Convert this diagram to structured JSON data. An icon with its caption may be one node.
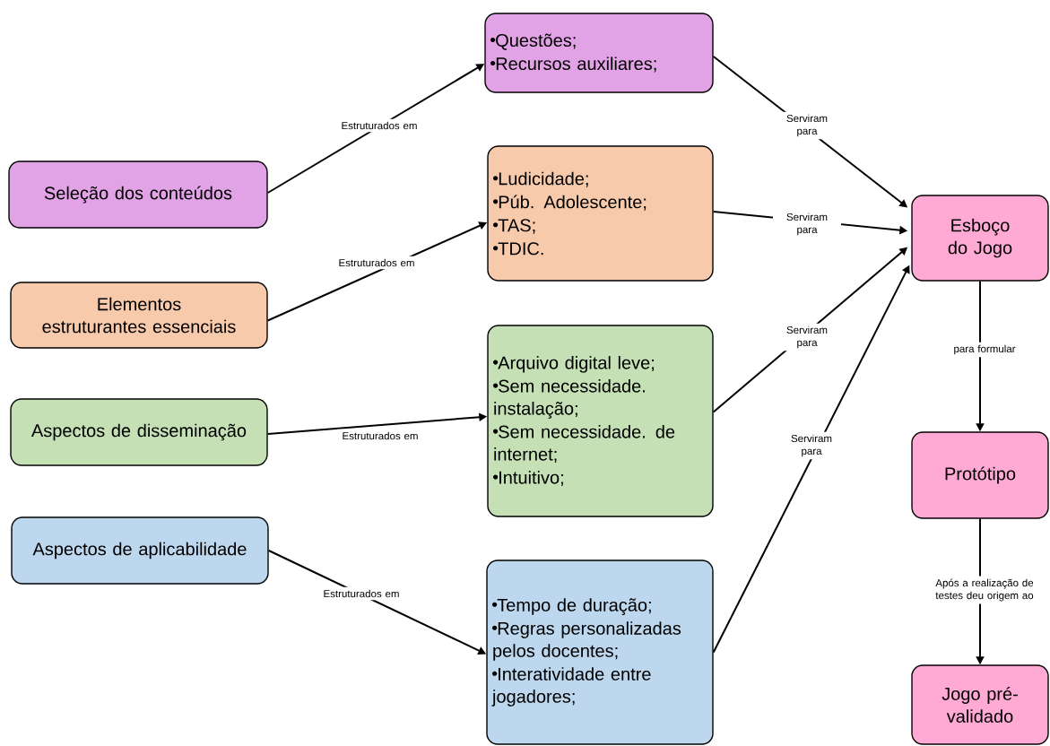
{
  "diagram": {
    "nodes": [
      {
        "text": [
          "Seleção dos conteúdos"
        ]
      },
      {
        "text": [
          "Elementos estruturantes essenciais"
        ]
      },
      {
        "text": [
          "Aspectos de disseminação"
        ]
      },
      {
        "text": [
          "Aspectos de aplicabilidade"
        ]
      },
      {
        "text": [
          "Questões;",
          "Recursos auxiliares;"
        ]
      },
      {
        "text": [
          "Ludicidade;",
          "Púb. Adolescente;",
          "TAS;",
          "TDIC."
        ]
      },
      {
        "text": [
          "Arquivo digital leve;",
          "Sem necessidade. instalação;",
          "Sem necessidade. de internet;",
          "Intuitivo;"
        ]
      },
      {
        "text": [
          "Tempo de duração;",
          "Regras personalizadas pelos docentes;",
          "Interatividade entre jogadores;"
        ]
      },
      {
        "text": [
          "Esboço do Jogo"
        ]
      },
      {
        "text": [
          "Protótipo"
        ]
      },
      {
        "text": [
          "Jogo pré-validado"
        ]
      }
    ],
    "edges": [
      {
        "from": 0,
        "to": 4,
        "arrow": "to",
        "label": "Estruturados em"
      },
      {
        "from": 1,
        "to": 5,
        "arrow": "to",
        "label": "Estruturados em"
      },
      {
        "from": 2,
        "to": 6,
        "arrow": "to",
        "label": "Estruturados em"
      },
      {
        "from": 3,
        "to": 7,
        "arrow": "to",
        "label": "Estruturados em"
      },
      {
        "from": 4,
        "to": 8,
        "arrow": "to",
        "label": "Serviram para"
      },
      {
        "from": 5,
        "to": 8,
        "arrow": "to",
        "label": "Serviram para"
      },
      {
        "from": 6,
        "to": 8,
        "arrow": "to",
        "label": "Serviram para"
      },
      {
        "from": 7,
        "to": 8,
        "arrow": "to",
        "label": "Serviram para"
      },
      {
        "from": 8,
        "to": 9,
        "arrow": "to",
        "label": "para formular"
      },
      {
        "from": 9,
        "to": 10,
        "arrow": "to",
        "label": "Após a realização de testes deu origem ao"
      }
    ]
  }
}
